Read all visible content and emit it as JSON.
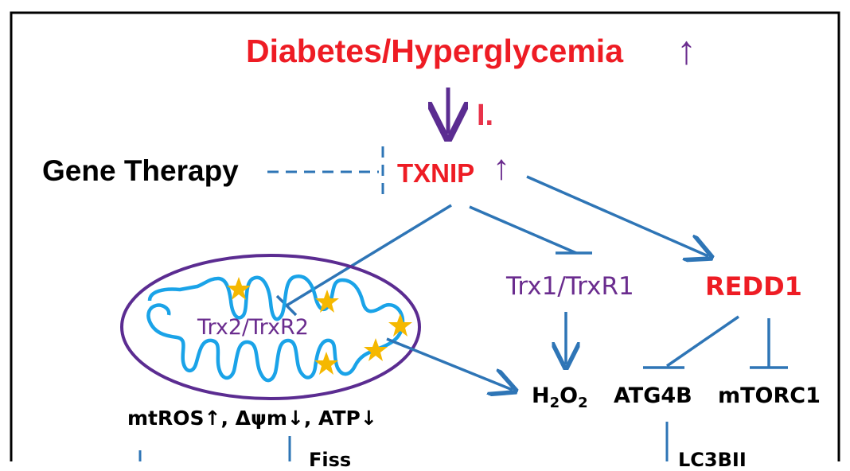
{
  "colors": {
    "red": "#ee1c24",
    "purple": "#6a2c8e",
    "blue": "#2e75b6",
    "mito_outline": "#1aa3e8",
    "star": "#f5b800",
    "ellipse": "#5b2c91"
  },
  "top": {
    "title": "Diabetes/Hyperglycemia",
    "up_arrow": "↑",
    "step_label": "I."
  },
  "gene_therapy": {
    "label": "Gene Therapy"
  },
  "txnip": {
    "label": "TXNIP",
    "up_arrow": "↑"
  },
  "nodes": {
    "trx2": "Trx2/TrxR2",
    "trx1": "Trx1/TrxR1",
    "redd1": "REDD1",
    "h2o2_h": "H",
    "h2o2_sub1": "2",
    "h2o2_o": "O",
    "h2o2_sub2": "2",
    "atg4b": "ATG4B",
    "mtorc1": "mTORC1",
    "mito_effects": "mtROS↑, Δψm↓, ATP↓"
  },
  "bottom_partial": {
    "left_text": "Fiss",
    "right_text": "LC3BII"
  }
}
